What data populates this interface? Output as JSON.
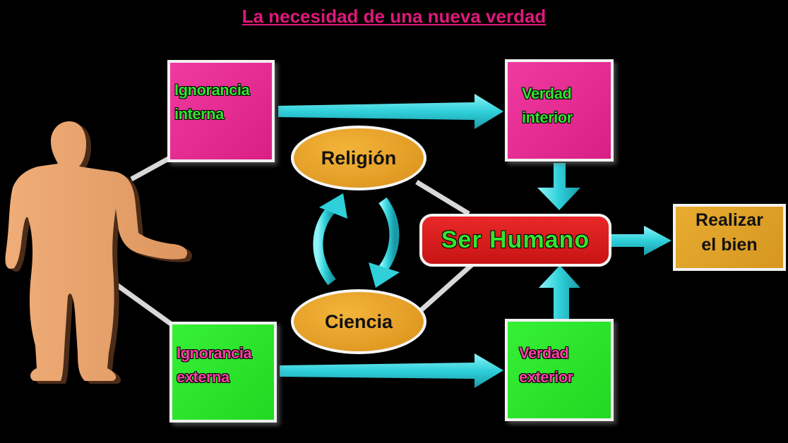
{
  "title": "La necesidad de una nueva verdad",
  "nodes": {
    "ignorancia_interna": [
      "Ignorancia",
      "interna"
    ],
    "ignorancia_externa": [
      "Ignorancia",
      "externa"
    ],
    "verdad_interior": [
      "Verdad",
      "interior"
    ],
    "verdad_exterior": [
      "Verdad",
      "exterior"
    ],
    "religion": "Religión",
    "ciencia": "Ciencia",
    "ser_humano": "Ser Humano",
    "realizar": [
      "Realizar",
      "el bien"
    ]
  },
  "colors": {
    "background": "#000000",
    "title": "#e0187a",
    "pink_box": "#e62a92",
    "green_box": "#2be62b",
    "oval": "#e6a01e",
    "ser_humano": "#dc2020",
    "realizar_box": "#dea028",
    "arrow": "#35d6de",
    "body_silhouette": "#e9a06c"
  },
  "icons": [
    "human-body-silhouette"
  ]
}
